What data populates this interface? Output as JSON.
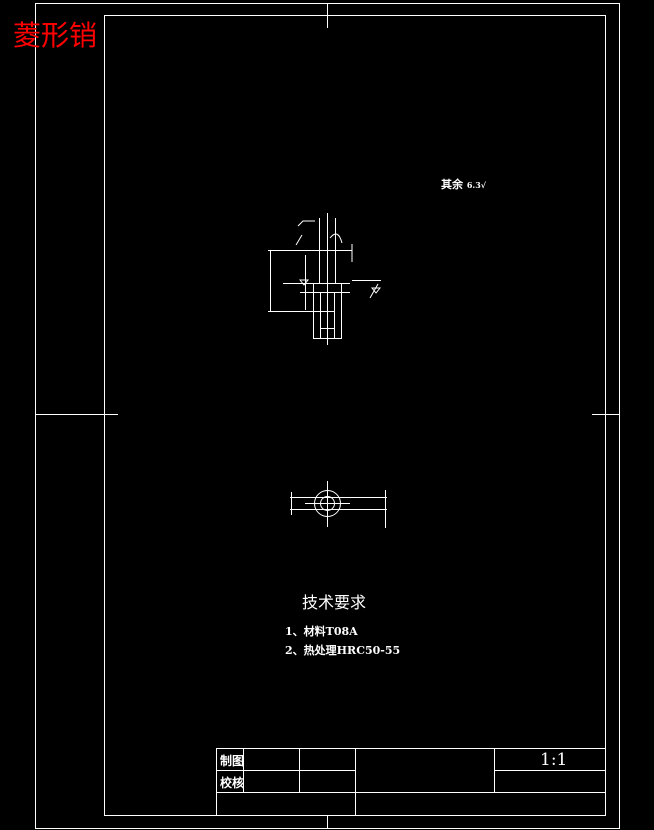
{
  "title": "菱形销",
  "title_color": "#ff0000",
  "roughness_note": {
    "label": "其余",
    "value": "6.3"
  },
  "technical_requirements": {
    "heading": "技术要求",
    "items": [
      "1、材料T08A",
      "2、热处理HRC50-55"
    ]
  },
  "title_block": {
    "drawn_by_label": "制图",
    "checked_by_label": "校核",
    "scale": "1:1"
  },
  "colors": {
    "background": "#000000",
    "lines": "#ffffff"
  }
}
